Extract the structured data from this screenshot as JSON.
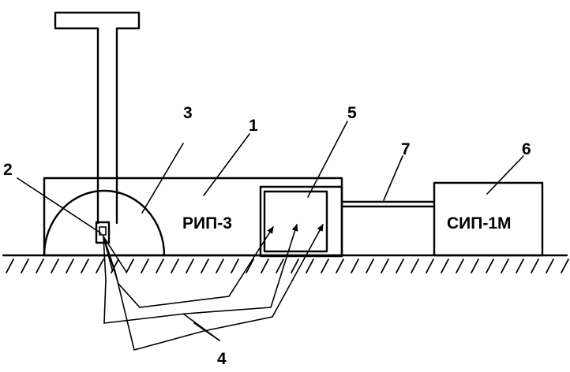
{
  "labels": {
    "rip": "РИП-3",
    "sip": "СИП-1М"
  },
  "callouts": {
    "n1": "1",
    "n2": "2",
    "n3": "3",
    "n4": "4",
    "n5": "5",
    "n6": "6",
    "n7": "7"
  }
}
